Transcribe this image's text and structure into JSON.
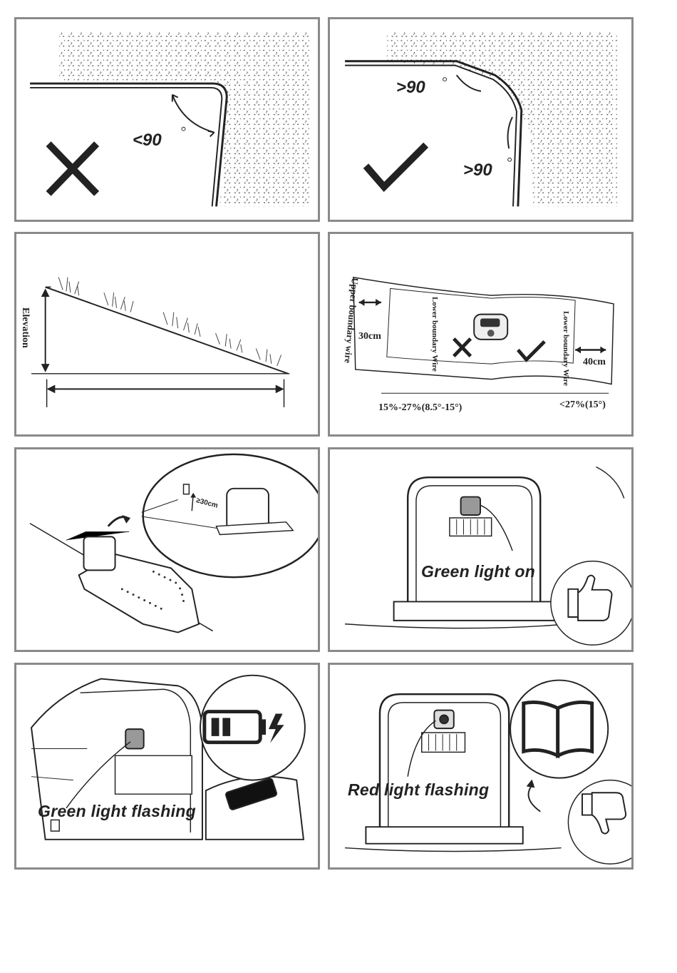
{
  "panels": {
    "corner_wrong": {
      "angle_label": "<90"
    },
    "corner_right": {
      "angle_label_top": ">90",
      "angle_label_bottom": ">90"
    },
    "slope": {
      "elevation_label": "Elevation"
    },
    "boundary": {
      "upper_wire": "Upper boundary wire",
      "lower_wire_left": "Lower boundary Wire",
      "lower_wire_right": "Lower boundary Wire",
      "dist_left": "30cm",
      "dist_right": "40cm",
      "slope_range": "15%-27%(8.5°-15°)",
      "slope_max": "<27%(15°)"
    },
    "station": {
      "height_label": "≥30cm"
    },
    "green_on": {
      "caption": "Green light on"
    },
    "green_flash": {
      "caption": "Green light flashing"
    },
    "red_flash": {
      "caption": "Red light flashing"
    }
  },
  "icons": {
    "cross": "cross-icon",
    "check": "check-icon",
    "battery": "battery-charging-icon",
    "book": "manual-book-icon",
    "thumb_up": "thumbs-up-icon",
    "thumb_down": "thumbs-down-icon"
  }
}
